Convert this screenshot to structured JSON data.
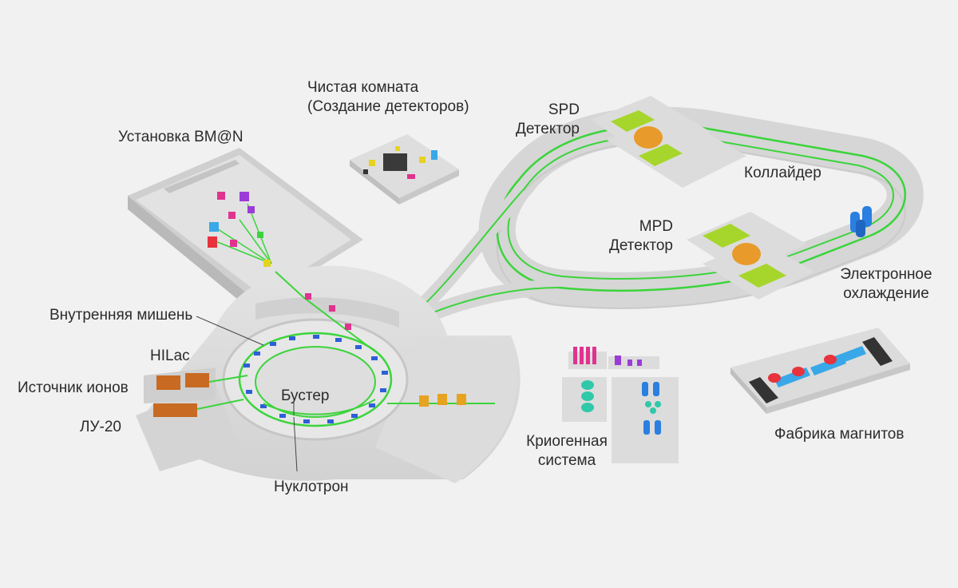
{
  "labels": {
    "clean_room_line1": "Чистая комната",
    "clean_room_line2": "(Создание детекторов)",
    "bmn": "Установка BM@N",
    "spd_line1": "SPD",
    "spd_line2": "Детектор",
    "collider": "Коллайдер",
    "mpd_line1": "MPD",
    "mpd_line2": "Детектор",
    "cooling_line1": "Электронное",
    "cooling_line2": "охлаждение",
    "inner_target": "Внутренняя мишень",
    "hilac": "HILac",
    "ion_source": "Источник ионов",
    "lu20": "ЛУ-20",
    "booster": "Бустер",
    "nuclotron": "Нуклотрон",
    "cryo_line1": "Криогенная",
    "cryo_line2": "система",
    "magnet_factory": "Фабрика магнитов"
  },
  "colors": {
    "background": "#f1f1f1",
    "platform": "#d9d9d9",
    "platform_edge": "#bdbdbd",
    "beamline": "#3bd43b",
    "magnet_blue": "#2e5fd8",
    "magnet_yellow": "#e6d31f",
    "detector_green": "#a6d62b",
    "detector_orange": "#e89a2a",
    "source_orange": "#c86a22",
    "magnet_pink": "#e0338f",
    "cooling_blue": "#2a7fe0",
    "magnet_red": "#e8323c",
    "magnet_cyan": "#38a8e8",
    "cryo_teal": "#2fc8a8",
    "dark": "#333333"
  }
}
